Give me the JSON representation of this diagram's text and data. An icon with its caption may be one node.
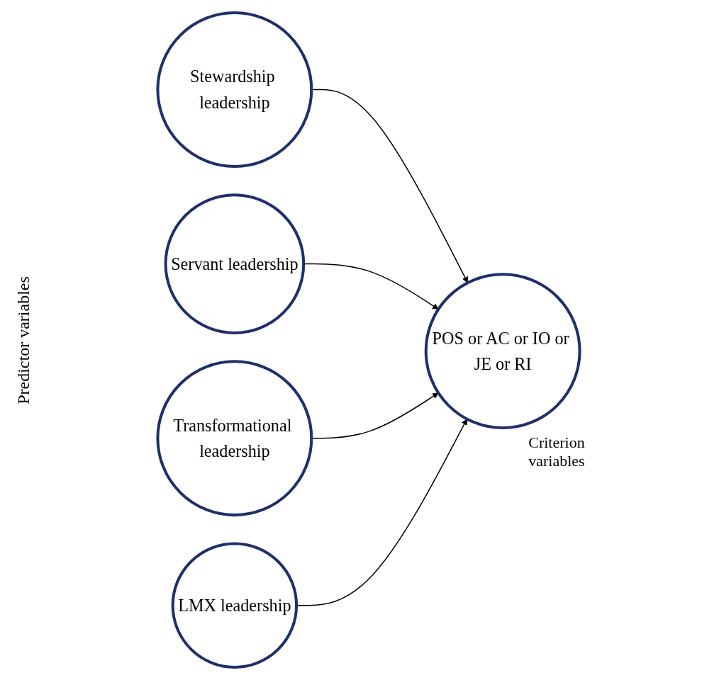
{
  "diagram": {
    "nodes": [
      {
        "text": [
          "Stewardship leadership"
        ]
      },
      {
        "text": [
          "Servant leadership"
        ]
      },
      {
        "text": [
          "Transformational leadership"
        ]
      },
      {
        "text": [
          "LMX leadership"
        ]
      },
      {
        "text": [
          "POS or AC or IO or JE or RI"
        ],
        "beside": [
          "Criterion variables"
        ]
      }
    ],
    "edges": [
      {
        "from": 0,
        "to": 4,
        "arrow": "to"
      },
      {
        "from": 1,
        "to": 4,
        "arrow": "to"
      },
      {
        "from": 2,
        "to": 4,
        "arrow": "to"
      },
      {
        "from": 3,
        "to": 4,
        "arrow": "to"
      }
    ],
    "labels": [
      "Predictor variables"
    ]
  }
}
